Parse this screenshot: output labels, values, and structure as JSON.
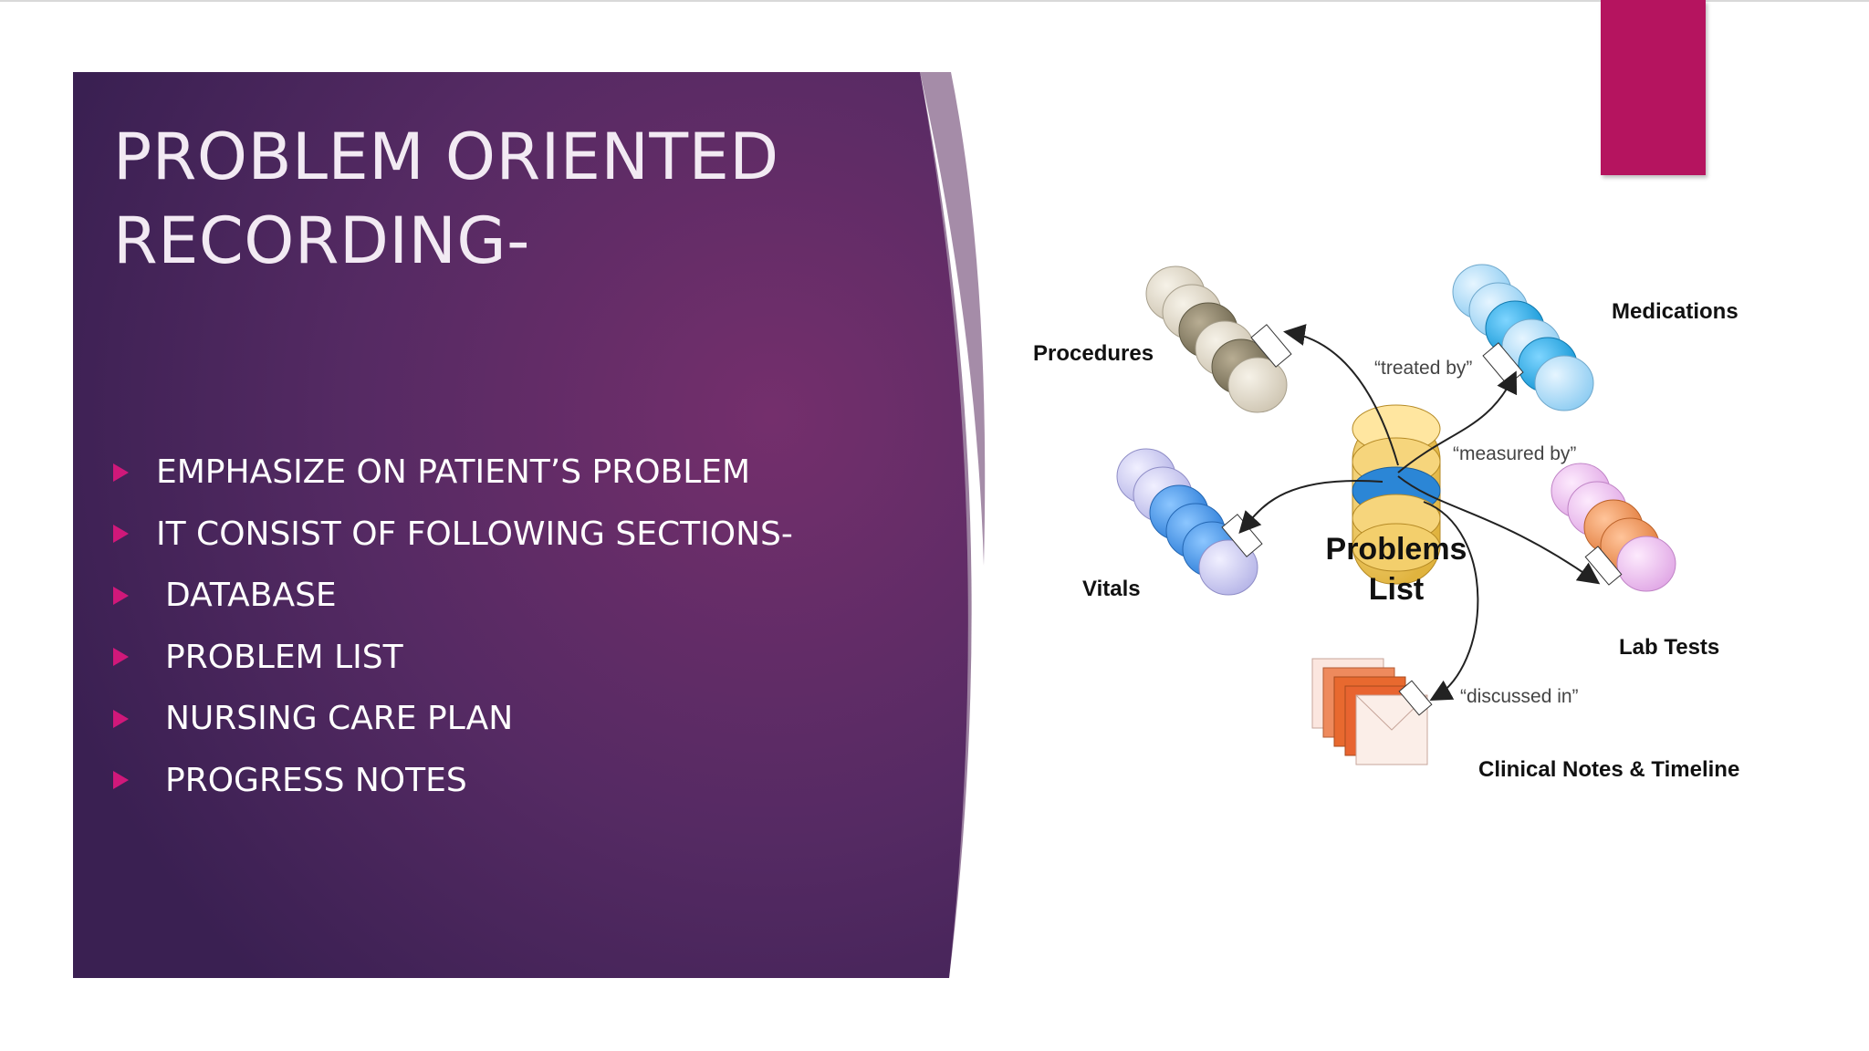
{
  "slide": {
    "title_lines": [
      "PROBLEM ORIENTED",
      "RECORDING-"
    ],
    "bullets": [
      "EMPHASIZE ON PATIENT’S PROBLEM",
      "IT CONSIST OF FOLLOWING SECTIONS-",
      "DATABASE",
      "PROBLEM LIST",
      "NURSING CARE PLAN",
      "PROGRESS NOTES"
    ],
    "colors": {
      "panel_dark": "#3f2357",
      "panel_mid": "#6b2b65",
      "accent": "#b5145f",
      "bullet_arrow": "#d0187a"
    }
  },
  "diagram": {
    "center": [
      "Problems",
      "List"
    ],
    "nodes": {
      "procedures": "Procedures",
      "medications": "Medications",
      "vitals": "Vitals",
      "lab_tests": "Lab Tests",
      "clinical_notes": "Clinical Notes & Timeline"
    },
    "relations": {
      "treated_by": "“treated by”",
      "measured_by": "“measured by”",
      "discussed_in": "“discussed in”"
    }
  }
}
